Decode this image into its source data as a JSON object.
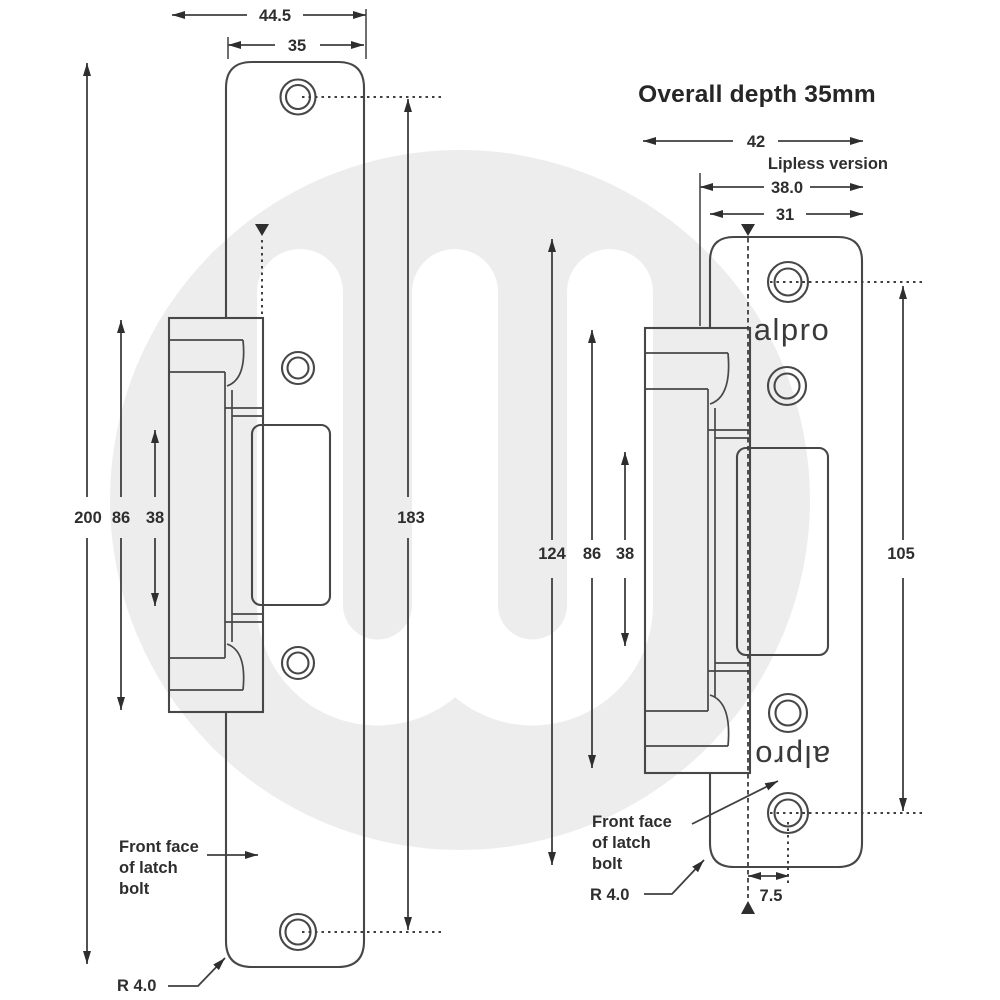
{
  "title": "Overall depth 35mm",
  "colors": {
    "line": "#474747",
    "text": "#2e2e2e",
    "watermark_circle": "#ededed",
    "background": "#ffffff"
  },
  "watermark": {
    "icon": "alpro-m-logo"
  },
  "left_view": {
    "dim_overall_width": "44.5",
    "dim_plate_width": "35",
    "dim_plate_height": "200",
    "dim_body_height": "86",
    "dim_jaw_height": "38",
    "dim_hole_spacing": "183",
    "front_face_line1": "Front face",
    "front_face_line2": "of latch",
    "front_face_line3": "bolt",
    "radius_label": "R 4.0"
  },
  "right_view": {
    "dim_overall_width": "42",
    "lipless_label": "Lipless version",
    "dim_lipless_width": "38.0",
    "dim_plate_width": "31",
    "dim_plate_height": "124",
    "dim_body_height": "86",
    "dim_jaw_height": "38",
    "dim_hole_spacing": "105",
    "dim_hole_offset": "7.5",
    "brand_label": "alpro",
    "brand_label_inverted": "alpro",
    "front_face_line1": "Front face",
    "front_face_line2": "of latch",
    "front_face_line3": "bolt",
    "radius_label": "R 4.0"
  }
}
